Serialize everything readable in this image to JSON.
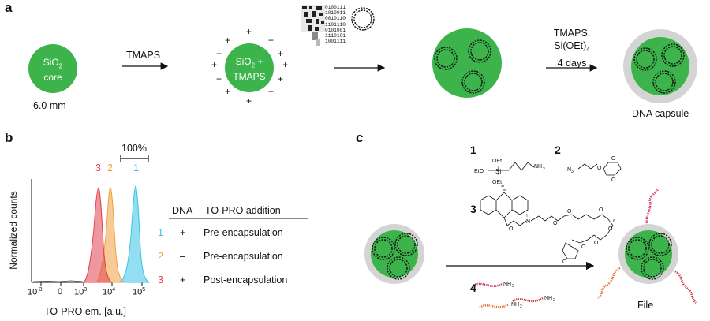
{
  "panel_a": {
    "letter": "a",
    "core_label_line1": "SiO",
    "core_label_sub": "2",
    "core_label_line2": "core",
    "core_size": "6.0 mm",
    "step1_reagent": "TMAPS",
    "particle2_line1": "SiO",
    "particle2_sub": "2",
    "particle2_plus": " +",
    "particle2_line2": "TMAPS",
    "binary_lines": [
      "0100111",
      "1010011",
      "0010110",
      "1101110",
      "0101001",
      "1110101",
      "1001111"
    ],
    "step3_reagent_line1": "TMAPS,",
    "step3_reagent_line2_main": "Si(OEt)",
    "step3_reagent_line2_sub": "4",
    "step3_reagent_line3": "4 days",
    "capsule_label": "DNA capsule"
  },
  "panel_b": {
    "letter": "b",
    "scale_label": "100%",
    "y_axis_label": "Normalized counts",
    "x_axis_label": "TO-PRO em. [a.u.]",
    "peak_labels": [
      "3",
      "2",
      "1"
    ],
    "table_headers": [
      "DNA",
      "TO-PRO addition"
    ],
    "rows": [
      {
        "id": "1",
        "dna": "+",
        "addition": "Pre-encapsulation"
      },
      {
        "id": "2",
        "dna": "–",
        "addition": "Pre-encapsulation"
      },
      {
        "id": "3",
        "dna": "+",
        "addition": "Post-encapsulation"
      }
    ]
  },
  "panel_c": {
    "letter": "c",
    "reagent_numbers": [
      "1",
      "2",
      "3",
      "4"
    ],
    "file_label": "File"
  },
  "chart_data": {
    "type": "area",
    "xlabel": "TO-PRO em. [a.u.]",
    "ylabel": "Normalized counts",
    "x_scale": "log",
    "x_ticks": [
      "10^-3",
      "0",
      "10^3",
      "10^4",
      "10^5"
    ],
    "series": [
      {
        "name": "1",
        "color": "#3cc3e6",
        "peak_x": 50000
      },
      {
        "name": "2",
        "color": "#f0a040",
        "peak_x": 8000
      },
      {
        "name": "3",
        "color": "#e0424e",
        "peak_x": 3500
      }
    ]
  },
  "colors": {
    "core_green": "#3cb44b",
    "shell_gray": "#d4d4d4",
    "series1": "#3cc3e6",
    "series2": "#f0a040",
    "series3": "#e0424e",
    "strand_pink": "#d8307a",
    "strand_orange": "#e66a2a",
    "strand_red": "#c8283a"
  }
}
